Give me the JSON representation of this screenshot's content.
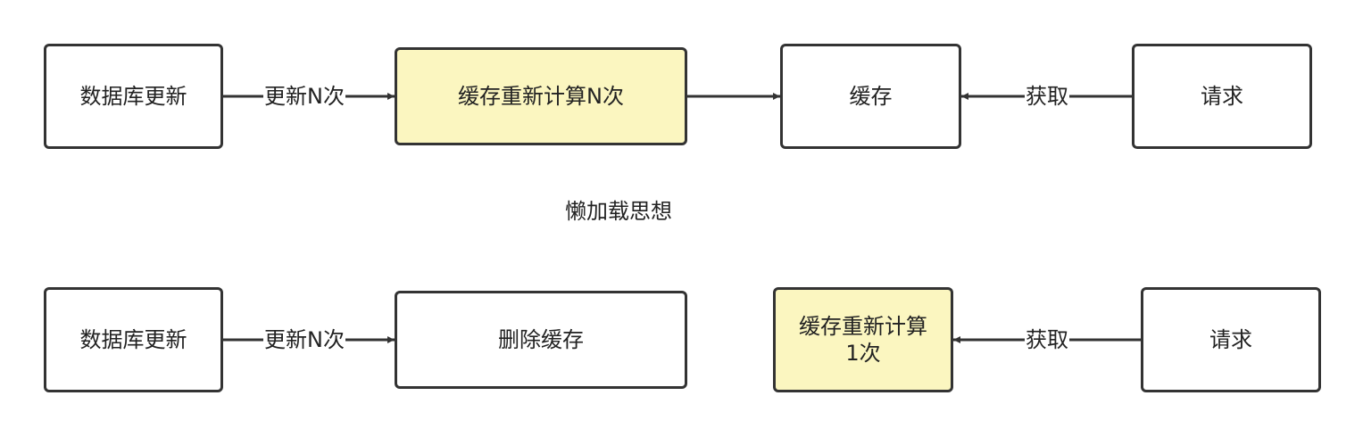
{
  "colors": {
    "stroke": "#333333",
    "highlight_fill": "#fbf6c0",
    "plain_fill": "#ffffff"
  },
  "top_flow": {
    "db_update": "数据库更新",
    "recompute": "缓存重新计算N次",
    "cache": "缓存",
    "request": "请求",
    "label_update": "更新N次",
    "label_fetch": "获取"
  },
  "caption": "懒加载思想",
  "bottom_flow": {
    "db_update": "数据库更新",
    "delete_cache": "删除缓存",
    "recompute_once": "缓存重新计算\n1次",
    "request": "请求",
    "label_update": "更新N次",
    "label_fetch": "获取"
  }
}
